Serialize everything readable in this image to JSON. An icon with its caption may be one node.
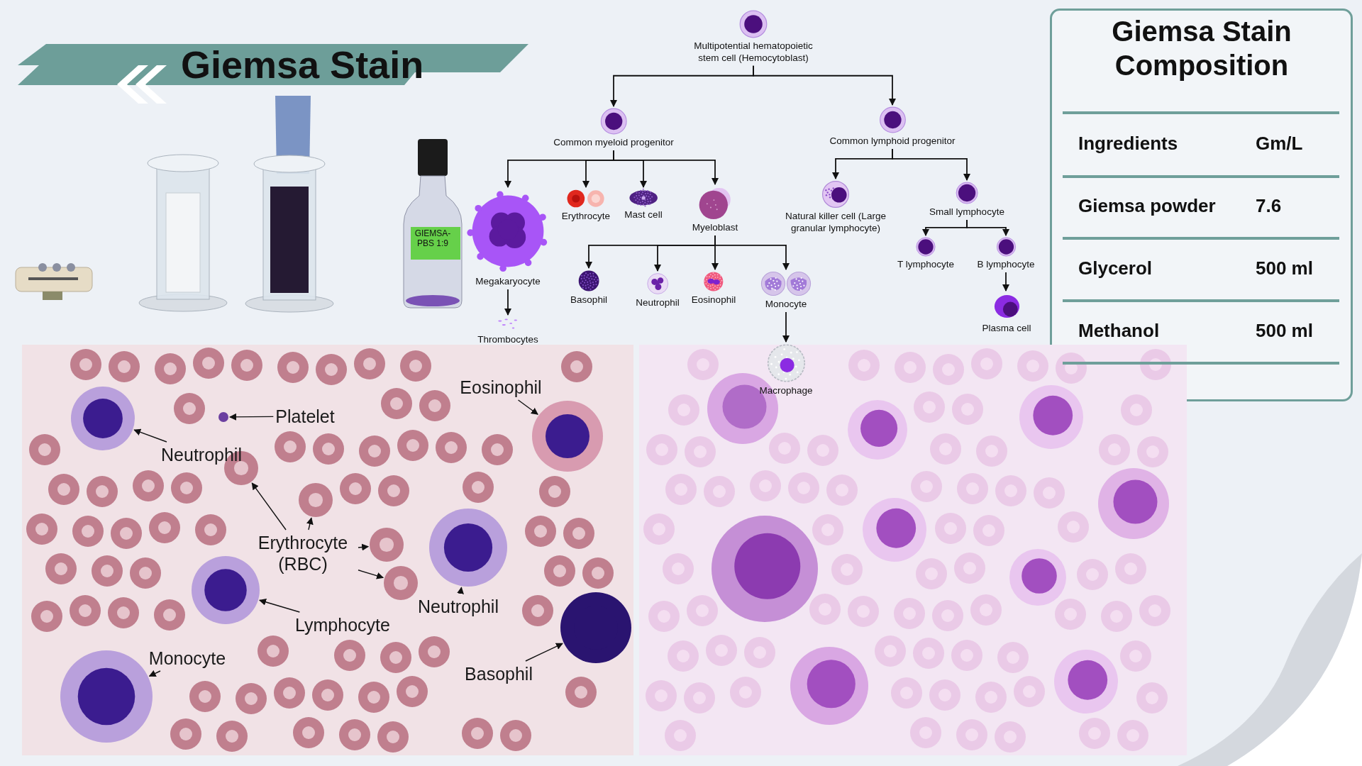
{
  "diagram": {
    "title": "Giemsa Stain",
    "nodes": [
      {
        "text": [
          "Multipotential hematopoietic stem cell (Hemocytoblast)"
        ]
      },
      {
        "text": [
          "Common myeloid progenitor"
        ]
      },
      {
        "text": [
          "Common lymphoid progenitor"
        ]
      },
      {
        "text": [
          "Megakaryocyte"
        ]
      },
      {
        "text": [
          "Erythrocyte"
        ]
      },
      {
        "text": [
          "Mast cell"
        ]
      },
      {
        "text": [
          "Myeloblast"
        ]
      },
      {
        "text": [
          "Natural killer cell (Large granular lymphocyte)"
        ]
      },
      {
        "text": [
          "Small lymphocyte"
        ]
      },
      {
        "text": [
          "Thrombocytes"
        ]
      },
      {
        "text": [
          "Basophil"
        ]
      },
      {
        "text": [
          "Neutrophil"
        ]
      },
      {
        "text": [
          "Eosinophil"
        ]
      },
      {
        "text": [
          "Monocyte"
        ]
      },
      {
        "text": [
          "T lymphocyte"
        ]
      },
      {
        "text": [
          "B lymphocyte"
        ]
      },
      {
        "text": [
          "Macrophage"
        ]
      },
      {
        "text": [
          "Plasma cell"
        ]
      },
      {
        "text": [
          "Eosinophil"
        ]
      },
      {
        "text": [
          "Platelet"
        ]
      },
      {
        "text": [
          "Neutrophil"
        ]
      },
      {
        "text": [
          "Erythrocyte (RBC)"
        ]
      },
      {
        "text": [
          "Neutrophil"
        ]
      },
      {
        "text": [
          "Lymphocyte"
        ]
      },
      {
        "text": [
          "Monocyte"
        ]
      },
      {
        "text": [
          "Basophil"
        ]
      },
      {
        "text": [],
        "shape": "circle"
      },
      {
        "text": [],
        "shape": "circle"
      },
      {
        "text": [],
        "shape": "circle"
      },
      {
        "text": [],
        "shape": "circle"
      },
      {
        "text": [],
        "shape": "circle"
      },
      {
        "text": [],
        "shape": "circle"
      },
      {
        "text": [],
        "shape": "circle"
      },
      {
        "text": [],
        "shape": "circle"
      },
      {
        "text": [],
        "shape": "circle"
      },
      {
        "text": [],
        "shape": "circle"
      },
      {
        "text": [],
        "shape": "circle"
      }
    ],
    "edges": [
      {
        "from": 0,
        "to": 1,
        "arrow": "to"
      },
      {
        "from": 0,
        "to": 2,
        "arrow": "to"
      },
      {
        "from": 1,
        "to": 3,
        "arrow": "to"
      },
      {
        "from": 1,
        "to": 4,
        "arrow": "to"
      },
      {
        "from": 1,
        "to": 5,
        "arrow": "to"
      },
      {
        "from": 1,
        "to": 6,
        "arrow": "to"
      },
      {
        "from": 2,
        "to": 7,
        "arrow": "to"
      },
      {
        "from": 2,
        "to": 8,
        "arrow": "to"
      },
      {
        "from": 3,
        "to": 9,
        "arrow": "to"
      },
      {
        "from": 6,
        "to": 10,
        "arrow": "to"
      },
      {
        "from": 6,
        "to": 11,
        "arrow": "to"
      },
      {
        "from": 6,
        "to": 12,
        "arrow": "to"
      },
      {
        "from": 6,
        "to": 13,
        "arrow": "to"
      },
      {
        "from": 8,
        "to": 14,
        "arrow": "to"
      },
      {
        "from": 8,
        "to": 15,
        "arrow": "to"
      },
      {
        "from": 13,
        "to": 16,
        "arrow": "to"
      },
      {
        "from": 15,
        "to": 17,
        "arrow": "to"
      },
      {
        "from": 18,
        "to": 28,
        "arrow": "to"
      },
      {
        "from": 19,
        "to": 26,
        "arrow": "to"
      },
      {
        "from": 20,
        "to": 27,
        "arrow": "to"
      },
      {
        "from": 21,
        "to": 29,
        "arrow": "to"
      },
      {
        "from": 21,
        "to": 30,
        "arrow": "to"
      },
      {
        "from": 21,
        "to": 31,
        "arrow": "to"
      },
      {
        "from": 21,
        "to": 33,
        "arrow": "to"
      },
      {
        "from": 22,
        "to": 32,
        "arrow": "to"
      },
      {
        "from": 23,
        "to": 34,
        "arrow": "to"
      },
      {
        "from": 24,
        "to": 36,
        "arrow": "to"
      },
      {
        "from": 25,
        "to": 35,
        "arrow": "to"
      }
    ],
    "labels": [
      "Giemsa Stain Composition",
      "Ingredients",
      "Gm/L",
      "Giemsa powder",
      "7.6",
      "Glycerol",
      "500 ml",
      "Methanol",
      "500 ml",
      "GIEMSA-PBS 1:9"
    ]
  }
}
